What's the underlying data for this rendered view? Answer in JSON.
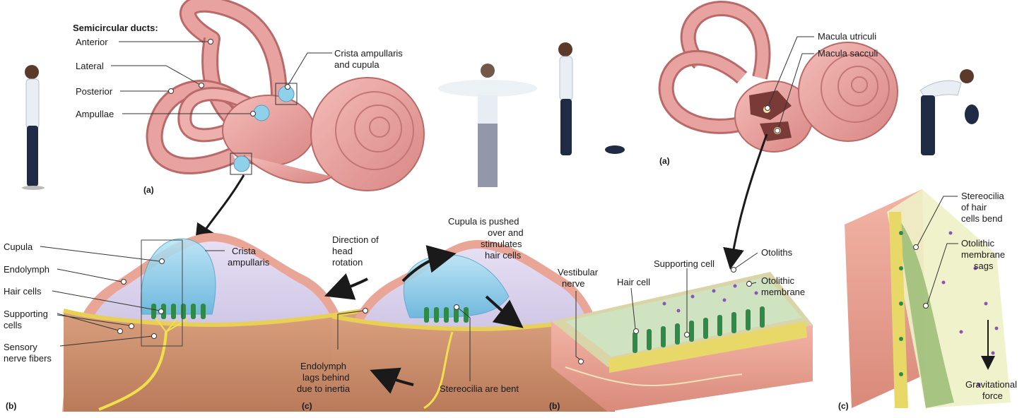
{
  "semicircular": {
    "heading": "Semicircular ducts:",
    "anterior": "Anterior",
    "lateral": "Lateral",
    "posterior": "Posterior",
    "ampullae": "Ampullae",
    "crista_cupula_1": "Crista ampullaris",
    "crista_cupula_2": "and cupula",
    "panel_a": "(a)"
  },
  "crista_detail": {
    "cupula": "Cupula",
    "endolymph": "Endolymph",
    "hair_cells": "Hair cells",
    "supporting_1": "Supporting",
    "supporting_2": "cells",
    "sensory_1": "Sensory",
    "sensory_2": "nerve fibers",
    "crista_1": "Crista",
    "crista_2": "ampullaris",
    "panel_b": "(b)"
  },
  "rotation": {
    "direction_1": "Direction of",
    "direction_2": "head",
    "direction_3": "rotation",
    "cupula_1": "Cupula is pushed",
    "cupula_2": "over and",
    "cupula_3": "stimulates",
    "cupula_4": "hair cells",
    "endolymph_1": "Endolymph",
    "endolymph_2": "lags behind",
    "endolymph_3": "due to inertia",
    "stereocilia": "Stereocilia are bent",
    "panel_c": "(c)"
  },
  "macula": {
    "utriculi": "Macula utriculi",
    "sacculi": "Macula sacculi",
    "panel_a": "(a)"
  },
  "macula_detail": {
    "vestibular_1": "Vestibular",
    "vestibular_2": "nerve",
    "hair_cell": "Hair cell",
    "supporting": "Supporting cell",
    "otoliths": "Otoliths",
    "otolithic_1": "Otolithic",
    "otolithic_2": "membrane",
    "panel_b": "(b)"
  },
  "macula_tilt": {
    "stereo_1": "Stereocilia",
    "stereo_2": "of hair",
    "stereo_3": "cells bend",
    "sags_1": "Otolithic",
    "sags_2": "membrane",
    "sags_3": "sags",
    "grav_1": "Gravitational",
    "grav_2": "force",
    "panel_c": "(c)"
  },
  "colors": {
    "duct": "#e8a3a0",
    "duct_edge": "#b96a68",
    "endolymph": "#cfc6e6",
    "cupula": "#8fd0ea",
    "tissue": "#c98f6e",
    "nerve": "#f0e04a",
    "hair": "#2f8a4a",
    "otolith": "#8a55b5"
  }
}
